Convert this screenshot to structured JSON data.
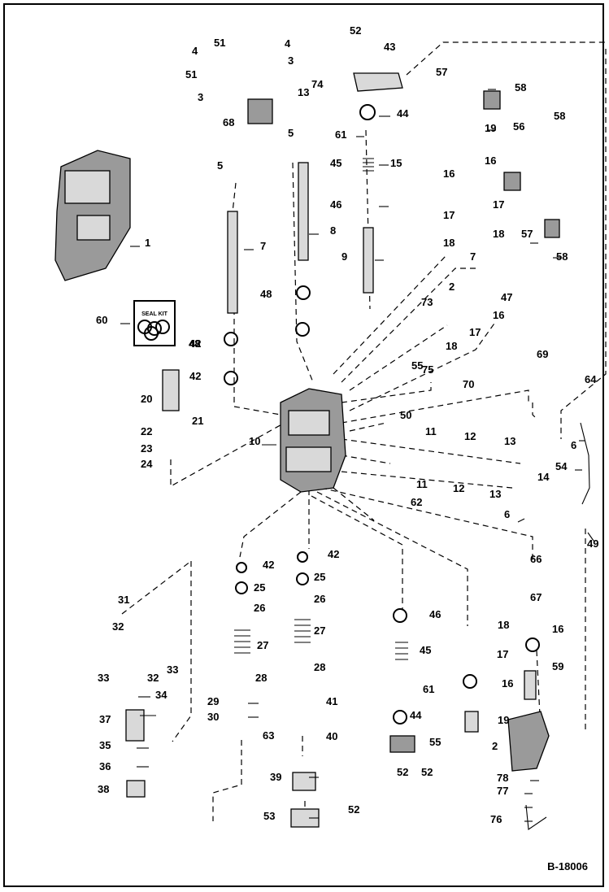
{
  "figure": {
    "id": "B-18006",
    "kit_label": "SEAL KIT"
  },
  "callouts": [
    {
      "t": "1"
    },
    {
      "t": "2"
    },
    {
      "t": "2"
    },
    {
      "t": "3"
    },
    {
      "t": "3"
    },
    {
      "t": "4"
    },
    {
      "t": "4"
    },
    {
      "t": "5"
    },
    {
      "t": "5"
    },
    {
      "t": "6"
    },
    {
      "t": "6"
    },
    {
      "t": "7"
    },
    {
      "t": "7"
    },
    {
      "t": "8"
    },
    {
      "t": "9"
    },
    {
      "t": "10"
    },
    {
      "t": "11"
    },
    {
      "t": "11"
    },
    {
      "t": "12"
    },
    {
      "t": "12"
    },
    {
      "t": "13"
    },
    {
      "t": "13"
    },
    {
      "t": "13"
    },
    {
      "t": "14"
    },
    {
      "t": "15"
    },
    {
      "t": "16"
    },
    {
      "t": "16"
    },
    {
      "t": "16"
    },
    {
      "t": "16"
    },
    {
      "t": "16"
    },
    {
      "t": "17"
    },
    {
      "t": "17"
    },
    {
      "t": "17"
    },
    {
      "t": "17"
    },
    {
      "t": "18"
    },
    {
      "t": "18"
    },
    {
      "t": "18"
    },
    {
      "t": "18"
    },
    {
      "t": "19"
    },
    {
      "t": "19"
    },
    {
      "t": "20"
    },
    {
      "t": "21"
    },
    {
      "t": "22"
    },
    {
      "t": "23"
    },
    {
      "t": "24"
    },
    {
      "t": "25"
    },
    {
      "t": "25"
    },
    {
      "t": "26"
    },
    {
      "t": "26"
    },
    {
      "t": "27"
    },
    {
      "t": "27"
    },
    {
      "t": "28"
    },
    {
      "t": "28"
    },
    {
      "t": "29"
    },
    {
      "t": "30"
    },
    {
      "t": "31"
    },
    {
      "t": "32"
    },
    {
      "t": "32"
    },
    {
      "t": "33"
    },
    {
      "t": "33"
    },
    {
      "t": "34"
    },
    {
      "t": "35"
    },
    {
      "t": "36"
    },
    {
      "t": "37"
    },
    {
      "t": "38"
    },
    {
      "t": "39"
    },
    {
      "t": "40"
    },
    {
      "t": "41"
    },
    {
      "t": "42"
    },
    {
      "t": "42"
    },
    {
      "t": "42"
    },
    {
      "t": "42"
    },
    {
      "t": "43"
    },
    {
      "t": "44"
    },
    {
      "t": "44"
    },
    {
      "t": "45"
    },
    {
      "t": "45"
    },
    {
      "t": "46"
    },
    {
      "t": "46"
    },
    {
      "t": "47"
    },
    {
      "t": "48"
    },
    {
      "t": "48"
    },
    {
      "t": "49"
    },
    {
      "t": "50"
    },
    {
      "t": "51"
    },
    {
      "t": "51"
    },
    {
      "t": "52"
    },
    {
      "t": "52"
    },
    {
      "t": "52"
    },
    {
      "t": "52"
    },
    {
      "t": "53"
    },
    {
      "t": "54"
    },
    {
      "t": "55"
    },
    {
      "t": "55"
    },
    {
      "t": "56"
    },
    {
      "t": "57"
    },
    {
      "t": "57"
    },
    {
      "t": "58"
    },
    {
      "t": "58"
    },
    {
      "t": "58"
    },
    {
      "t": "59"
    },
    {
      "t": "60"
    },
    {
      "t": "61"
    },
    {
      "t": "61"
    },
    {
      "t": "62"
    },
    {
      "t": "63"
    },
    {
      "t": "64"
    },
    {
      "t": "66"
    },
    {
      "t": "67"
    },
    {
      "t": "68"
    },
    {
      "t": "69"
    },
    {
      "t": "70"
    },
    {
      "t": "73"
    },
    {
      "t": "74"
    },
    {
      "t": "75"
    },
    {
      "t": "76"
    },
    {
      "t": "77"
    },
    {
      "t": "78"
    }
  ]
}
